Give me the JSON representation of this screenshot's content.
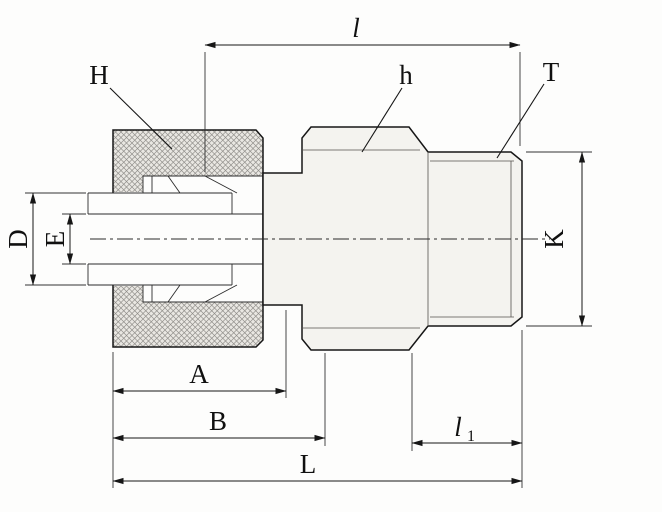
{
  "drawing": {
    "type": "tube-fitting-cross-section",
    "labels": {
      "l": "l",
      "H": "H",
      "h": "h",
      "T": "T",
      "D": "D",
      "E": "E",
      "K": "K",
      "A": "A",
      "B": "B",
      "l1_base": "l",
      "l1_sub": "1",
      "L": "L"
    },
    "colors": {
      "line": "#161616",
      "hatch": "#8e8c88",
      "nut_fill": "#e9e7e2",
      "body_fill": "#f4f3ef",
      "background": "#fdfdfc"
    }
  }
}
